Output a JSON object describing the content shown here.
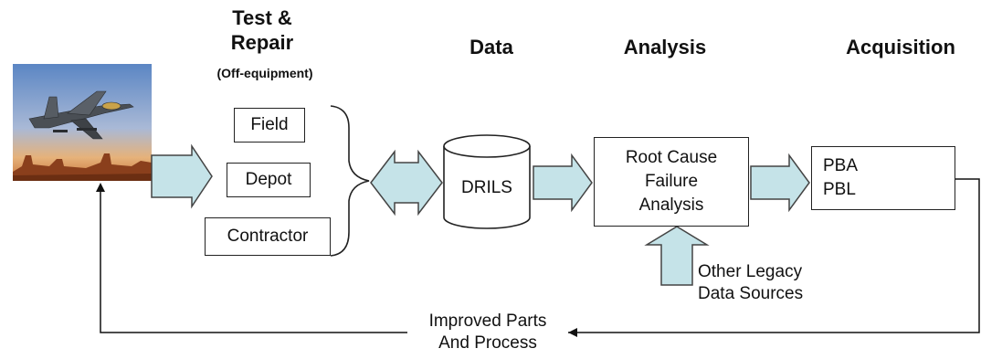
{
  "headers": {
    "test_repair": "Test &\nRepair",
    "test_repair_sub": "(Off-equipment)",
    "data": "Data",
    "analysis": "Analysis",
    "acquisition": "Acquisition"
  },
  "boxes": {
    "field": "Field",
    "depot": "Depot",
    "contractor": "Contractor",
    "drils": "DRILS",
    "root_cause": "Root Cause\nFailure\nAnalysis",
    "pba_pbl": "PBA\nPBL"
  },
  "labels": {
    "legacy_sources": "Other Legacy\nData Sources",
    "feedback": "Improved Parts\nAnd Process"
  },
  "colors": {
    "arrow_fill": "#c5e3e8",
    "arrow_stroke": "#444444",
    "line": "#111111"
  },
  "photo": {
    "subject": "fighter-jet-over-desert"
  }
}
